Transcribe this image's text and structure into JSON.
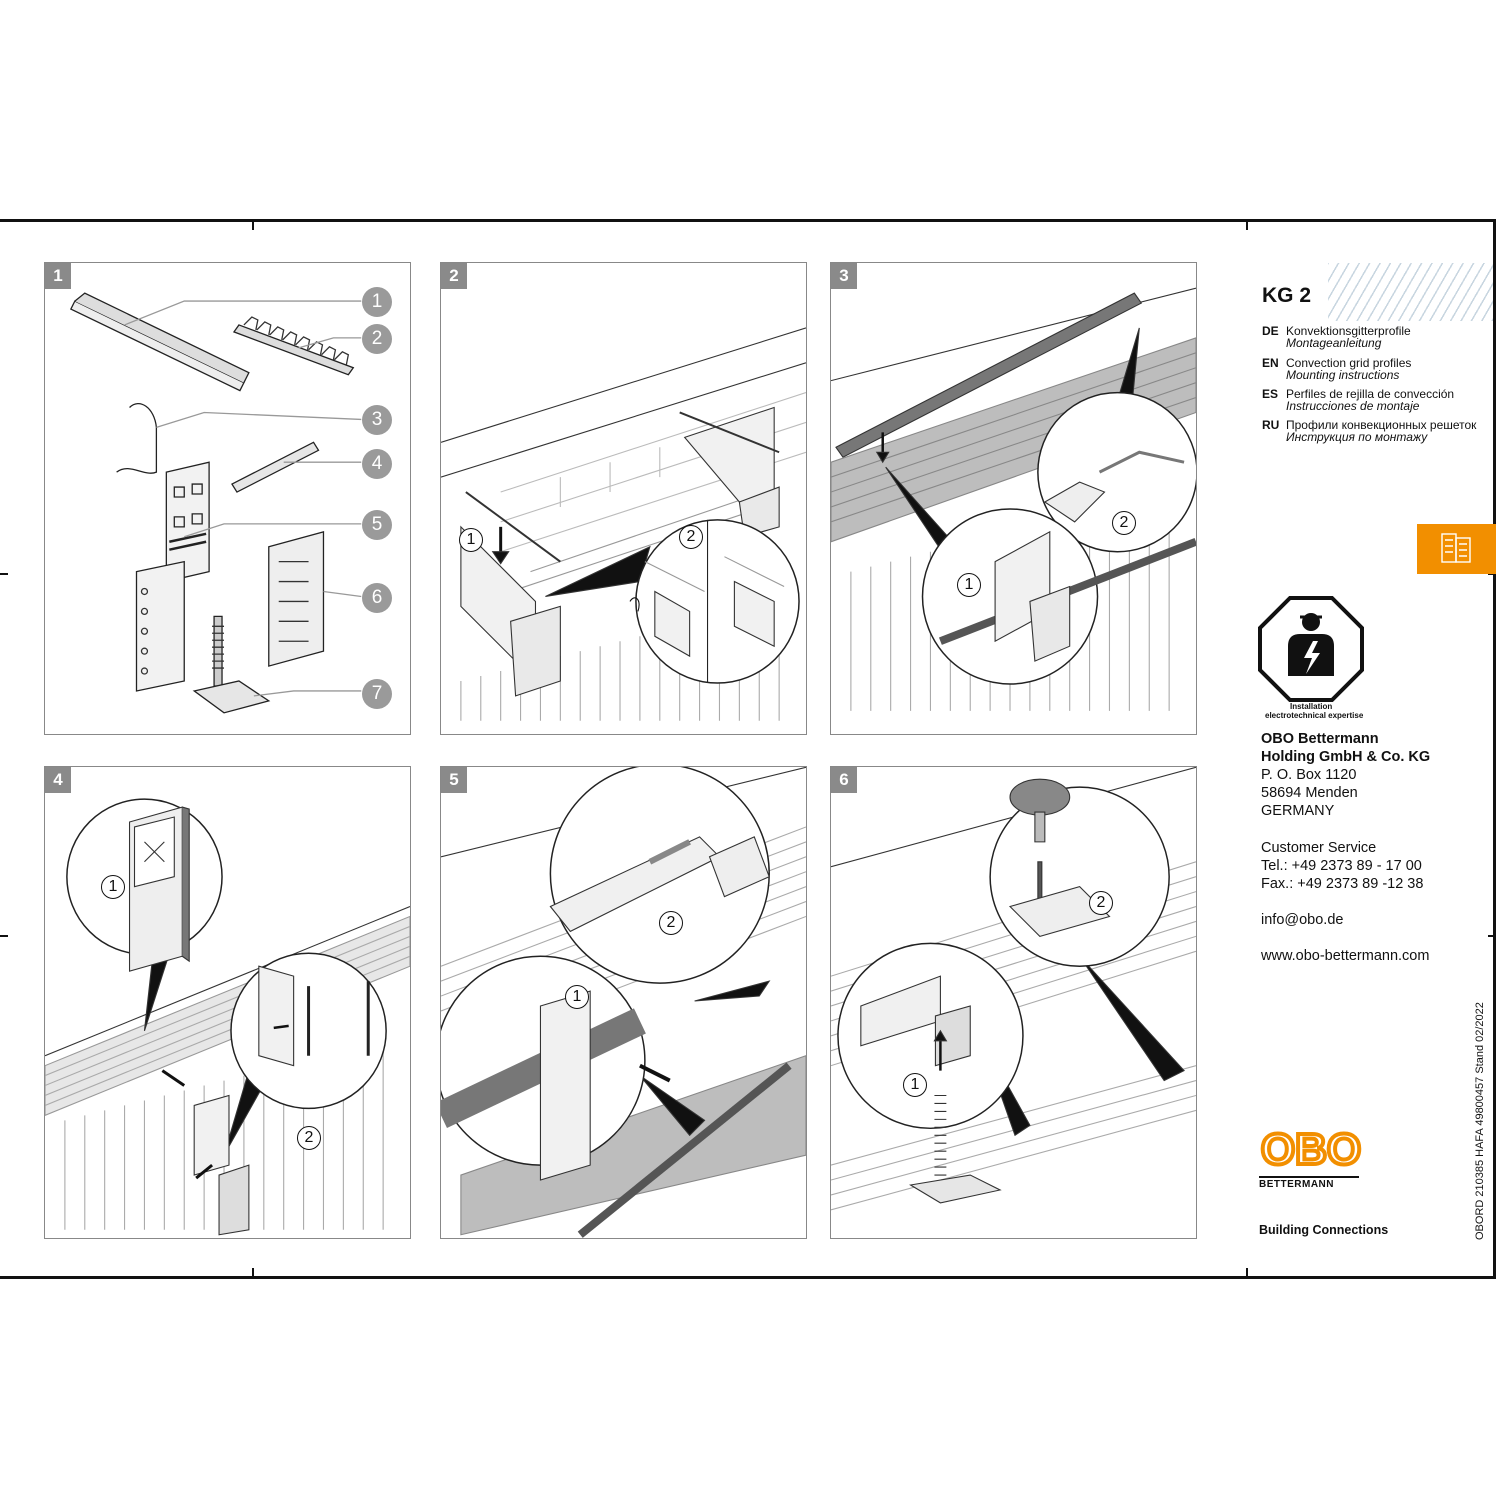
{
  "product": {
    "title": "KG 2"
  },
  "languages": [
    {
      "code": "DE",
      "title": "Konvektionsgitterprofile",
      "subtitle": "Montageanleitung"
    },
    {
      "code": "EN",
      "title": "Convection grid profiles",
      "subtitle": "Mounting instructions"
    },
    {
      "code": "ES",
      "title": "Perfiles de rejilla de convección",
      "subtitle": "Instrucciones de montaje"
    },
    {
      "code": "RU",
      "title": "Профили конвекционных решеток",
      "subtitle": "Инструкция по монтажу"
    }
  ],
  "warning_sign": {
    "icon": "electrician-warning-icon",
    "line1": "Installation",
    "line2": "electrotechnical expertise"
  },
  "company": {
    "name1": "OBO Bettermann",
    "name2": "Holding GmbH & Co. KG",
    "pobox": "P. O. Box 1120",
    "city": "58694 Menden",
    "country": "GERMANY",
    "service_label": "Customer Service",
    "tel": "Tel.: +49 2373 89 - 17 00",
    "fax": "Fax.: +49 2373 89 -12 38",
    "email": "info@obo.de",
    "web": "www.obo-bettermann.com"
  },
  "logo": {
    "mark": "OBO",
    "name": "BETTERMANN"
  },
  "tagline": "Building Connections",
  "doc_code": "OBORD 210385 HAFA 49800457 Stand 02/2022",
  "accent_color": "#f28f00",
  "steps": [
    {
      "number": "1",
      "callouts": [
        "1",
        "2",
        "3",
        "4",
        "5",
        "6",
        "7"
      ]
    },
    {
      "number": "2",
      "callouts": [
        "1",
        "2"
      ]
    },
    {
      "number": "3",
      "callouts": [
        "1",
        "2"
      ]
    },
    {
      "number": "4",
      "callouts": [
        "1",
        "2"
      ]
    },
    {
      "number": "5",
      "callouts": [
        "1",
        "2"
      ]
    },
    {
      "number": "6",
      "callouts": [
        "1",
        "2"
      ]
    }
  ]
}
